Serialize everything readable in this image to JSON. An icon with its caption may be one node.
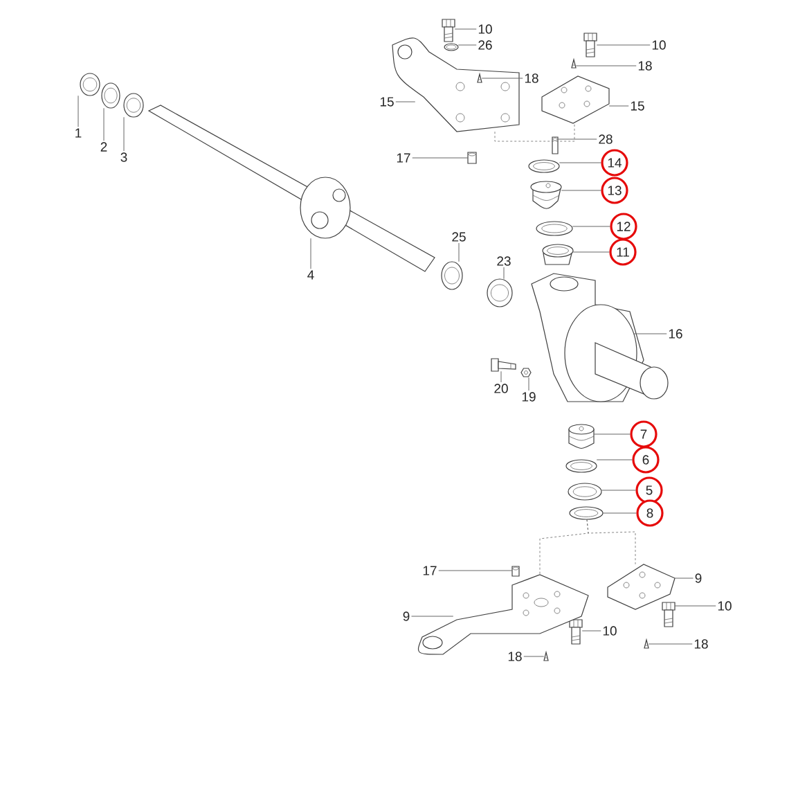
{
  "diagram": {
    "nodes": [
      {
        "text": [
          "1"
        ]
      },
      {
        "text": [
          "2"
        ]
      },
      {
        "text": [
          "3"
        ]
      },
      {
        "text": [
          "4"
        ]
      },
      {
        "text": [
          "25"
        ]
      },
      {
        "text": [
          "23"
        ]
      },
      {
        "text": [
          "16"
        ]
      },
      {
        "text": [
          "20"
        ]
      },
      {
        "text": [
          "19"
        ]
      },
      {
        "text": [
          "10"
        ]
      },
      {
        "text": [
          "26"
        ]
      },
      {
        "text": [
          "18"
        ]
      },
      {
        "text": [
          "15"
        ]
      },
      {
        "text": [
          "17"
        ]
      },
      {
        "text": [
          "10"
        ]
      },
      {
        "text": [
          "18"
        ]
      },
      {
        "text": [
          "15"
        ]
      },
      {
        "text": [
          "28"
        ]
      },
      {
        "text": [
          "14"
        ]
      },
      {
        "text": [
          "13"
        ]
      },
      {
        "text": [
          "12"
        ]
      },
      {
        "text": [
          "11"
        ]
      },
      {
        "text": [
          "7"
        ]
      },
      {
        "text": [
          "6"
        ]
      },
      {
        "text": [
          "5"
        ]
      },
      {
        "text": [
          "8"
        ]
      },
      {
        "text": [
          "17"
        ]
      },
      {
        "text": [
          "9"
        ]
      },
      {
        "text": [
          "10"
        ]
      },
      {
        "text": [
          "10"
        ]
      },
      {
        "text": [
          "9"
        ]
      },
      {
        "text": [
          "18"
        ]
      },
      {
        "text": [
          "18"
        ]
      },
      {
        "text": [],
        "shape": "picture"
      },
      {
        "text": [],
        "shape": "picture"
      },
      {
        "text": [],
        "shape": "picture"
      },
      {
        "text": [],
        "shape": "picture"
      },
      {
        "text": [],
        "shape": "picture"
      },
      {
        "text": [],
        "shape": "picture"
      },
      {
        "text": [],
        "shape": "picture"
      },
      {
        "text": [],
        "shape": "picture"
      },
      {
        "text": [],
        "shape": "picture"
      },
      {
        "text": [],
        "shape": "picture"
      },
      {
        "text": [],
        "shape": "picture"
      },
      {
        "text": [],
        "shape": "picture"
      },
      {
        "text": [],
        "shape": "picture",
        "in": 44
      },
      {
        "text": [],
        "shape": "picture"
      },
      {
        "text": [],
        "shape": "picture"
      },
      {
        "text": [],
        "shape": "picture"
      },
      {
        "text": [],
        "shape": "picture"
      },
      {
        "text": [],
        "shape": "picture"
      },
      {
        "text": [],
        "shape": "picture"
      },
      {
        "text": [],
        "shape": "picture"
      },
      {
        "text": [],
        "shape": "picture"
      },
      {
        "text": [],
        "shape": "picture"
      },
      {
        "text": [],
        "shape": "picture"
      },
      {
        "text": [],
        "shape": "picture"
      },
      {
        "text": [],
        "shape": "picture"
      },
      {
        "text": [],
        "shape": "picture"
      },
      {
        "text": [],
        "shape": "picture"
      },
      {
        "text": [],
        "shape": "picture"
      },
      {
        "text": [],
        "shape": "picture"
      },
      {
        "text": [],
        "shape": "picture"
      },
      {
        "text": [],
        "shape": "picture"
      },
      {
        "text": [],
        "shape": "picture"
      },
      {
        "text": [],
        "shape": "picture"
      }
    ],
    "edges": [
      {
        "from": 0,
        "to": 33,
        "arrow": "none"
      },
      {
        "from": 1,
        "to": 34,
        "arrow": "none"
      },
      {
        "from": 2,
        "to": 35,
        "arrow": "none"
      },
      {
        "from": 3,
        "to": 36,
        "arrow": "none"
      },
      {
        "from": 4,
        "to": 37,
        "arrow": "none"
      },
      {
        "from": 5,
        "to": 38,
        "arrow": "none"
      },
      {
        "from": 6,
        "to": 39,
        "arrow": "none"
      },
      {
        "from": 7,
        "to": 40,
        "arrow": "none"
      },
      {
        "from": 8,
        "to": 41,
        "arrow": "none"
      },
      {
        "from": 9,
        "to": 42,
        "arrow": "none"
      },
      {
        "from": 10,
        "to": 43,
        "arrow": "none"
      },
      {
        "from": 11,
        "to": 45,
        "arrow": "none"
      },
      {
        "from": 12,
        "to": 44,
        "arrow": "none"
      },
      {
        "from": 13,
        "to": 46,
        "arrow": "none"
      },
      {
        "from": 14,
        "to": 47,
        "arrow": "none"
      },
      {
        "from": 15,
        "to": 48,
        "arrow": "none"
      },
      {
        "from": 16,
        "to": 49,
        "arrow": "none"
      },
      {
        "from": 17,
        "to": 50,
        "arrow": "none"
      },
      {
        "from": 18,
        "to": 51,
        "arrow": "none"
      },
      {
        "from": 19,
        "to": 52,
        "arrow": "none"
      },
      {
        "from": 20,
        "to": 53,
        "arrow": "none"
      },
      {
        "from": 21,
        "to": 54,
        "arrow": "none"
      },
      {
        "from": 22,
        "to": 55,
        "arrow": "none"
      },
      {
        "from": 23,
        "to": 56,
        "arrow": "none"
      },
      {
        "from": 24,
        "to": 57,
        "arrow": "none"
      },
      {
        "from": 25,
        "to": 58,
        "arrow": "none"
      },
      {
        "from": 26,
        "to": 59,
        "arrow": "none"
      },
      {
        "from": 27,
        "to": 60,
        "arrow": "none"
      },
      {
        "from": 28,
        "to": 61,
        "arrow": "none"
      },
      {
        "from": 29,
        "to": 62,
        "arrow": "none"
      },
      {
        "from": 30,
        "to": 63,
        "arrow": "none"
      },
      {
        "from": 31,
        "to": 64,
        "arrow": "none"
      },
      {
        "from": 32,
        "to": 65,
        "arrow": "none"
      },
      {
        "from": 44,
        "to": 49,
        "arrow": "none",
        "style": "dashed"
      },
      {
        "from": 58,
        "to": 63,
        "arrow": "none",
        "style": "dashed"
      },
      {
        "from": 58,
        "to": 60,
        "arrow": "none",
        "style": "dashed"
      }
    ]
  }
}
